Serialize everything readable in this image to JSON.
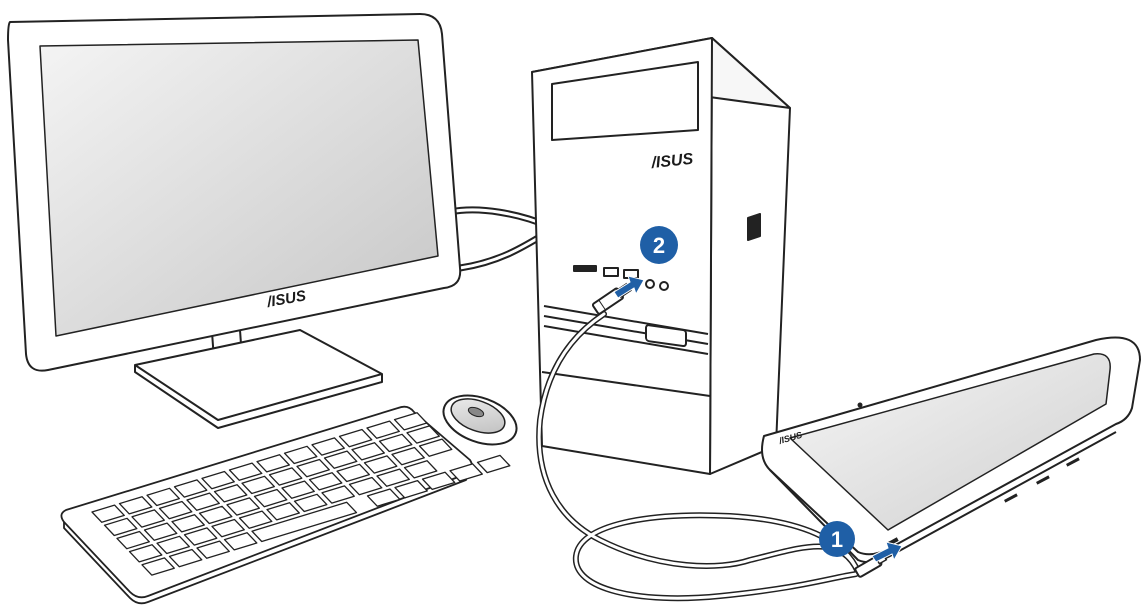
{
  "brand": {
    "logo_text": "/ISUS",
    "color": "#1a1a1a"
  },
  "steps": [
    {
      "number": "1",
      "target": "tablet-usb-port"
    },
    {
      "number": "2",
      "target": "pc-usb-port"
    }
  ],
  "colors": {
    "step_badge": "#1f5fa6",
    "arrow": "#1f5fa6",
    "outline": "#222222",
    "screen_light": "#f2f2f2",
    "screen_dark": "#c9c9c9"
  },
  "icons": {
    "monitor": "monitor-icon",
    "tower": "desktop-tower-icon",
    "tablet": "tablet-icon",
    "keyboard": "keyboard-icon",
    "mouse": "mouse-icon",
    "cable": "usb-cable-icon"
  }
}
